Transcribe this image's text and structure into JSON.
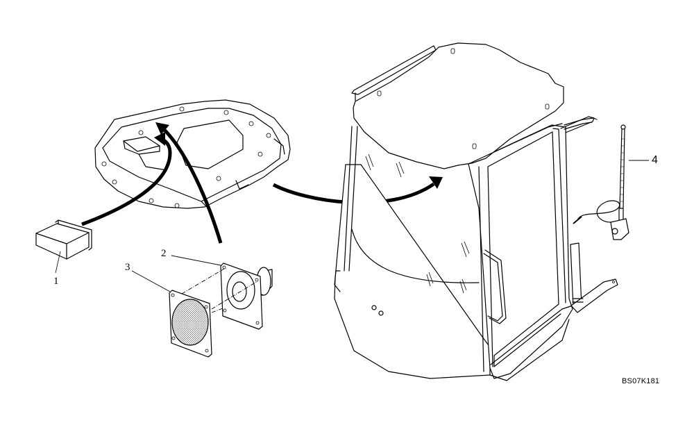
{
  "diagram": {
    "type": "exploded parts diagram",
    "reference_code": "BS07K181",
    "callouts": [
      {
        "number": "1",
        "part": "radio-unit"
      },
      {
        "number": "2",
        "part": "speaker"
      },
      {
        "number": "3",
        "part": "speaker-grille"
      },
      {
        "number": "4",
        "part": "antenna"
      }
    ],
    "assemblies": [
      "headliner-panel",
      "cab",
      "radio-unit",
      "speaker",
      "speaker-grille",
      "antenna"
    ],
    "colors": {
      "line": "#000000",
      "background": "#ffffff"
    }
  }
}
